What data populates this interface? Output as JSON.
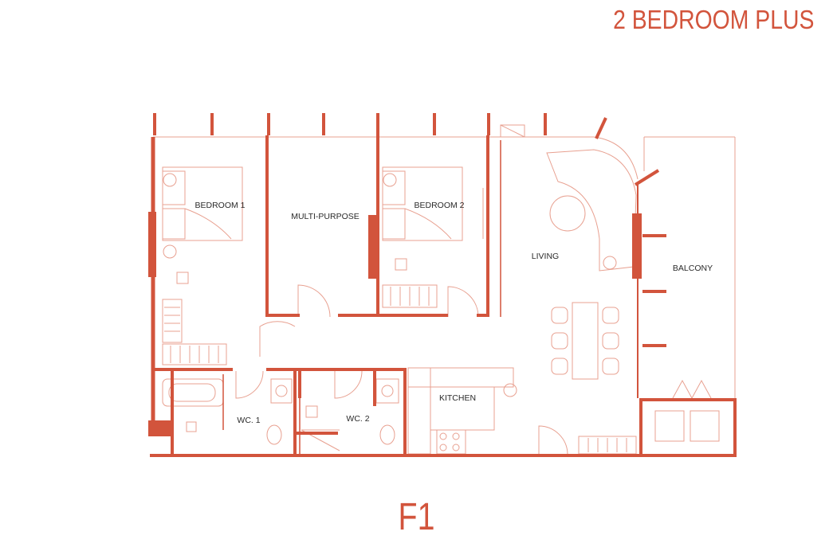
{
  "header": {
    "title": "2 BEDROOM PLUS"
  },
  "footer": {
    "unit_code": "F1"
  },
  "rooms": {
    "bedroom1": "BEDROOM 1",
    "multipurpose": "MULTI-PURPOSE",
    "bedroom2": "BEDROOM 2",
    "living": "LIVING",
    "balcony": "BALCONY",
    "kitchen": "KITCHEN",
    "wc1": "WC. 1",
    "wc2": "WC. 2"
  },
  "colors": {
    "wall": "#d2543c",
    "line": "#e8a090",
    "text": "#2a2a2a",
    "title": "#d2543c"
  }
}
